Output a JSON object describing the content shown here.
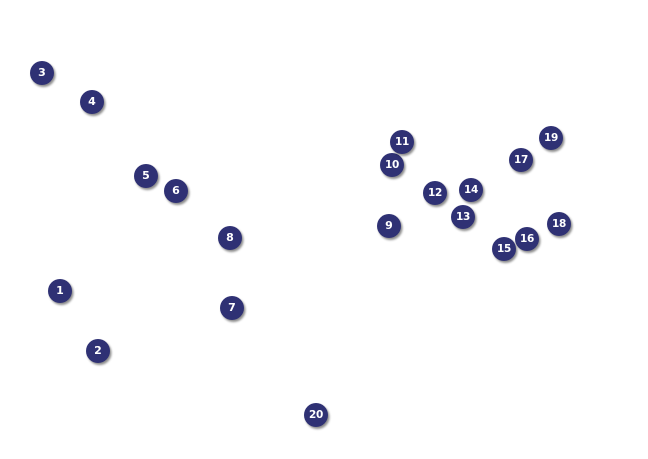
{
  "puzzle": {
    "dots": [
      {
        "label": "1"
      },
      {
        "label": "2"
      },
      {
        "label": "3"
      },
      {
        "label": "4"
      },
      {
        "label": "5"
      },
      {
        "label": "6"
      },
      {
        "label": "7"
      },
      {
        "label": "8"
      },
      {
        "label": "9"
      },
      {
        "label": "10"
      },
      {
        "label": "11"
      },
      {
        "label": "12"
      },
      {
        "label": "13"
      },
      {
        "label": "14"
      },
      {
        "label": "15"
      },
      {
        "label": "16"
      },
      {
        "label": "17"
      },
      {
        "label": "18"
      },
      {
        "label": "19"
      },
      {
        "label": "20"
      }
    ]
  },
  "colors": {
    "dot_fill": "#2f3174",
    "dot_text": "#ffffff",
    "background": "#ffffff"
  }
}
